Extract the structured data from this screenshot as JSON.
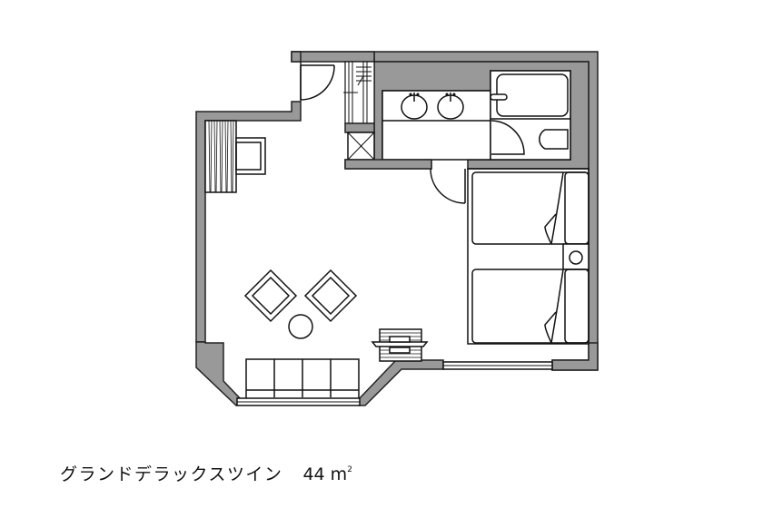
{
  "caption": {
    "room_name": "グランドデラックスツイン",
    "area_value": "44",
    "area_unit": "m",
    "area_sup": "2"
  },
  "plan": {
    "wall_color": "#999999",
    "line_color": "#111111",
    "background": "#ffffff",
    "furniture": [
      "entrance-door",
      "closet",
      "safe-box",
      "vanity-double-sink",
      "bathtub",
      "toilet",
      "bathroom-door",
      "desk",
      "desk-chair",
      "armchair-left",
      "armchair-right",
      "round-table",
      "sofa",
      "tv-stand",
      "bed-1",
      "bed-2",
      "nightstand-lamp",
      "window-bottom",
      "window-right-bottom"
    ]
  }
}
